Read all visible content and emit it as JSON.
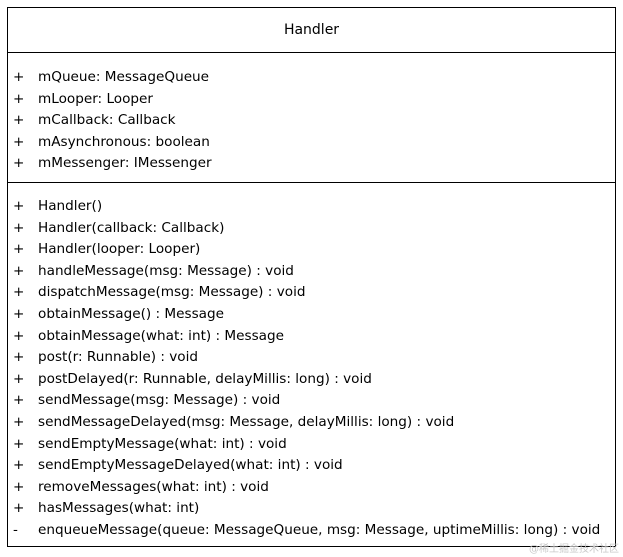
{
  "class_name": "Handler",
  "attributes": [
    {
      "visibility": "+",
      "text": "mQueue: MessageQueue"
    },
    {
      "visibility": "+",
      "text": "mLooper: Looper"
    },
    {
      "visibility": "+",
      "text": "mCallback: Callback"
    },
    {
      "visibility": "+",
      "text": "mAsynchronous: boolean"
    },
    {
      "visibility": "+",
      "text": "mMessenger: IMessenger"
    }
  ],
  "operations": [
    {
      "visibility": "+",
      "text": "Handler()"
    },
    {
      "visibility": "+",
      "text": "Handler(callback: Callback)"
    },
    {
      "visibility": "+",
      "text": "Handler(looper: Looper)"
    },
    {
      "visibility": "+",
      "text": "handleMessage(msg: Message) : void"
    },
    {
      "visibility": "+",
      "text": "dispatchMessage(msg: Message) : void"
    },
    {
      "visibility": "+",
      "text": "obtainMessage() : Message"
    },
    {
      "visibility": "+",
      "text": "obtainMessage(what: int) : Message"
    },
    {
      "visibility": "+",
      "text": "post(r: Runnable) : void"
    },
    {
      "visibility": "+",
      "text": "postDelayed(r: Runnable, delayMillis: long) : void"
    },
    {
      "visibility": "+",
      "text": "sendMessage(msg: Message) : void"
    },
    {
      "visibility": "+",
      "text": "sendMessageDelayed(msg: Message, delayMillis: long) : void"
    },
    {
      "visibility": "+",
      "text": "sendEmptyMessage(what: int) : void"
    },
    {
      "visibility": "+",
      "text": "sendEmptyMessageDelayed(what: int) : void"
    },
    {
      "visibility": "+",
      "text": "removeMessages(what: int) : void"
    },
    {
      "visibility": "+",
      "text": "hasMessages(what: int)"
    },
    {
      "visibility": "-",
      "text": "enqueueMessage(queue: MessageQueue, msg: Message, uptimeMillis: long) : void"
    }
  ],
  "watermark": "@稀土掘金技术社区"
}
